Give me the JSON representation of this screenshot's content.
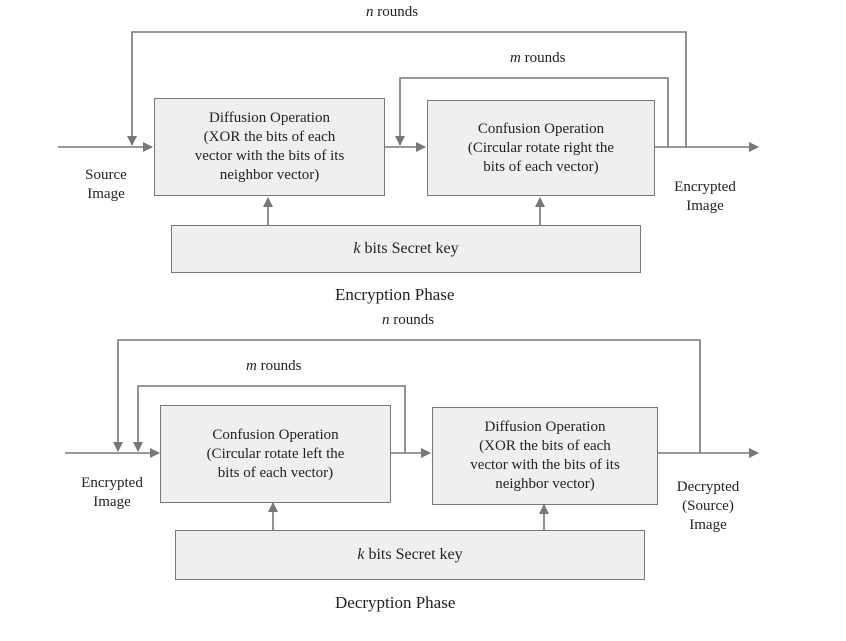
{
  "encryption": {
    "n_rounds": {
      "var": "n",
      "text": "rounds"
    },
    "m_rounds": {
      "var": "m",
      "text": "rounds"
    },
    "diffusion_box": "Diffusion Operation\n(XOR the bits of each\nvector with the bits of its\nneighbor vector)",
    "confusion_box": "Confusion Operation\n(Circular rotate right the\nbits of each vector)",
    "key_box": {
      "var": "k",
      "text": "bits Secret key"
    },
    "input_label": "Source\nImage",
    "output_label": "Encrypted\nImage",
    "phase_title": "Encryption Phase"
  },
  "decryption": {
    "n_rounds": {
      "var": "n",
      "text": "rounds"
    },
    "m_rounds": {
      "var": "m",
      "text": "rounds"
    },
    "confusion_box": "Confusion Operation\n(Circular rotate left the\nbits of each vector)",
    "diffusion_box": "Diffusion Operation\n(XOR the bits of each\nvector with the bits of its\nneighbor vector)",
    "key_box": {
      "var": "k",
      "text": "bits Secret key"
    },
    "input_label": "Encrypted\nImage",
    "output_label": "Decrypted\n(Source)\nImage",
    "phase_title": "Decryption Phase"
  }
}
